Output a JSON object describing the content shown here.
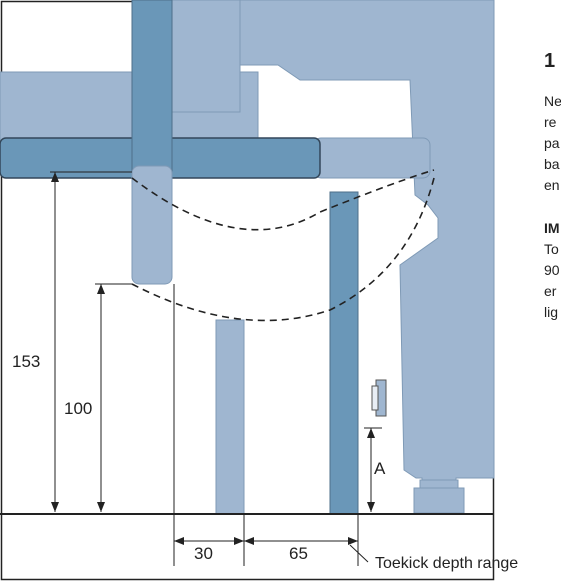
{
  "dimensions": {
    "height_153": "153",
    "height_100": "100",
    "depth_30": "30",
    "depth_65": "65",
    "label_a": "A"
  },
  "callout": "Toekick depth range",
  "side_text": {
    "heading": "1",
    "lines": [
      "Ne",
      "re",
      "pa",
      "ba",
      "en"
    ],
    "important": "IM",
    "lines2": [
      "To",
      "90",
      "er",
      "lig"
    ]
  },
  "colors": {
    "light_panel": "#9fb6d0",
    "dark_panel": "#6a97b8",
    "line": "#111111"
  }
}
